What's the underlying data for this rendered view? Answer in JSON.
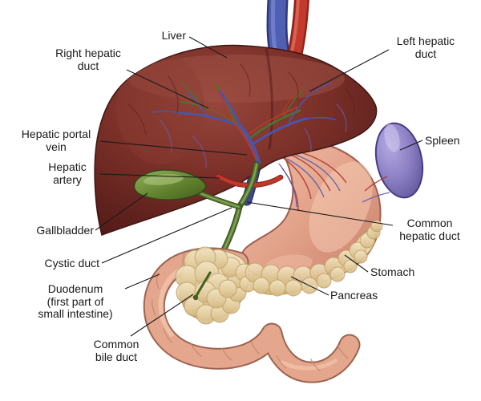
{
  "labels": {
    "liver": "Liver",
    "right_hepatic_duct": "Right hepatic\nduct",
    "left_hepatic_duct": "Left hepatic\nduct",
    "hepatic_portal_vein": "Hepatic portal\nvein",
    "hepatic_artery": "Hepatic\nartery",
    "gallbladder": "Gallbladder",
    "cystic_duct": "Cystic duct",
    "duodenum": "Duodenum\n(first part of\nsmall intestine)",
    "common_bile_duct": "Common\nbile duct",
    "spleen": "Spleen",
    "common_hepatic_duct": "Common\nhepatic duct",
    "stomach": "Stomach",
    "pancreas": "Pancreas"
  },
  "colors": {
    "background": "#ffffff",
    "label_text": "#1a1a1a",
    "leader_line": "#1a1a1a",
    "liver": "#7c3129",
    "stomach": "#e8a88f",
    "spleen": "#8b7fc3",
    "pancreas": "#e9d8ae",
    "duodenum": "#e4a78d",
    "gallbladder": "#6d8c3e",
    "bile_duct": "#5c7f35",
    "artery": "#bd392c",
    "vein": "#3c4896"
  }
}
